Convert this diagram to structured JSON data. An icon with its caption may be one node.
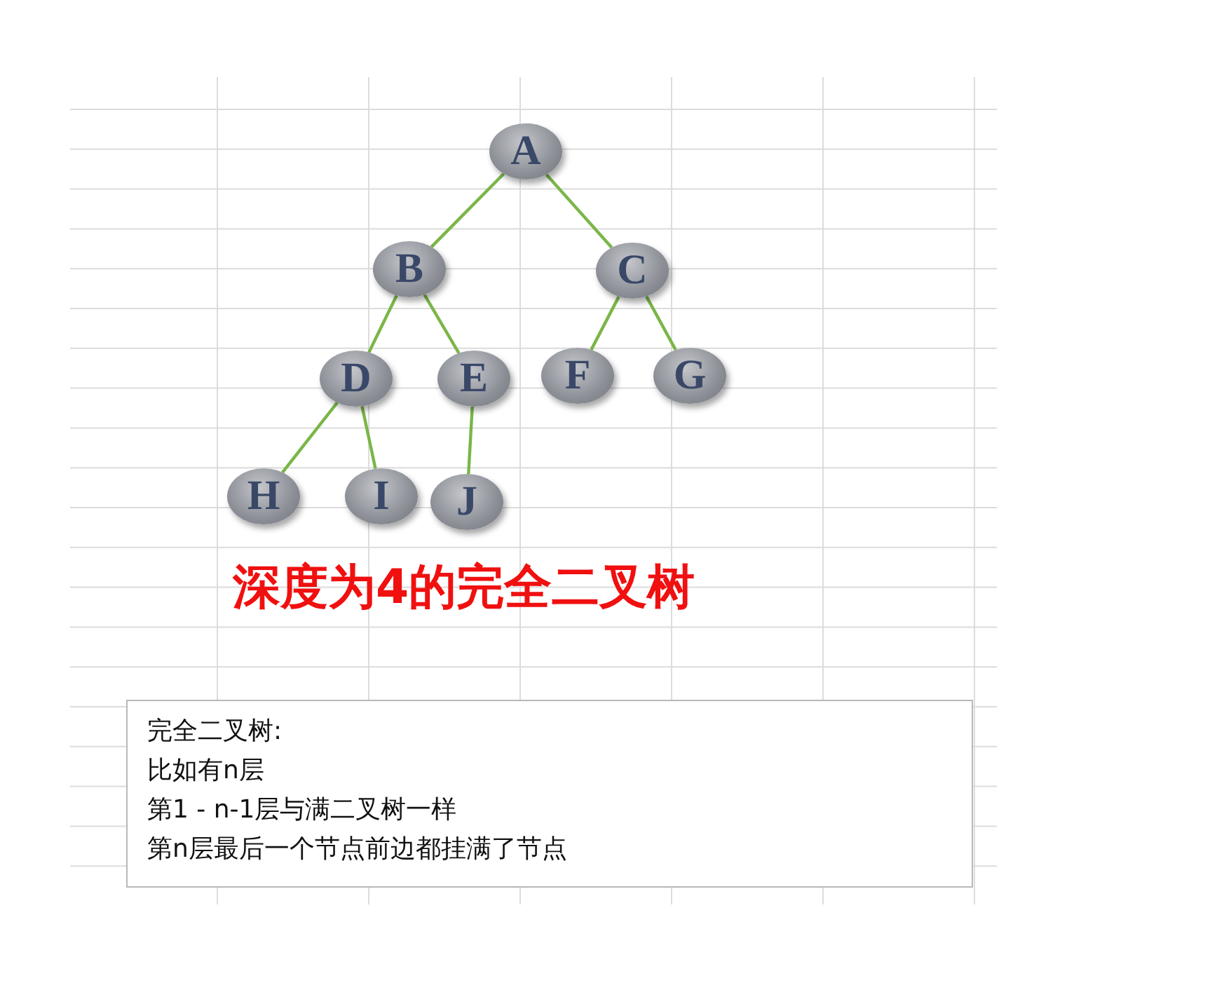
{
  "diagram": {
    "caption": "深度为4的完全二叉树",
    "nodes": [
      {
        "text": [
          "A"
        ]
      },
      {
        "text": [
          "B"
        ]
      },
      {
        "text": [
          "C"
        ]
      },
      {
        "text": [
          "D"
        ]
      },
      {
        "text": [
          "E"
        ]
      },
      {
        "text": [
          "F"
        ]
      },
      {
        "text": [
          "G"
        ]
      },
      {
        "text": [
          "H"
        ]
      },
      {
        "text": [
          "I"
        ]
      },
      {
        "text": [
          "J"
        ]
      },
      {
        "text": [
          "完全二叉树:",
          "比如有n层",
          "第1 - n-1层与满二叉树一样",
          "第n层最后一个节点前边都挂满了节点"
        ]
      }
    ],
    "edges": [
      {
        "from": 0,
        "to": 1,
        "arrow": "none"
      },
      {
        "from": 0,
        "to": 2,
        "arrow": "none"
      },
      {
        "from": 1,
        "to": 3,
        "arrow": "none"
      },
      {
        "from": 1,
        "to": 4,
        "arrow": "none"
      },
      {
        "from": 2,
        "to": 5,
        "arrow": "none"
      },
      {
        "from": 2,
        "to": 6,
        "arrow": "none"
      },
      {
        "from": 3,
        "to": 7,
        "arrow": "none"
      },
      {
        "from": 3,
        "to": 8,
        "arrow": "none"
      },
      {
        "from": 4,
        "to": 9,
        "arrow": "none"
      }
    ]
  }
}
